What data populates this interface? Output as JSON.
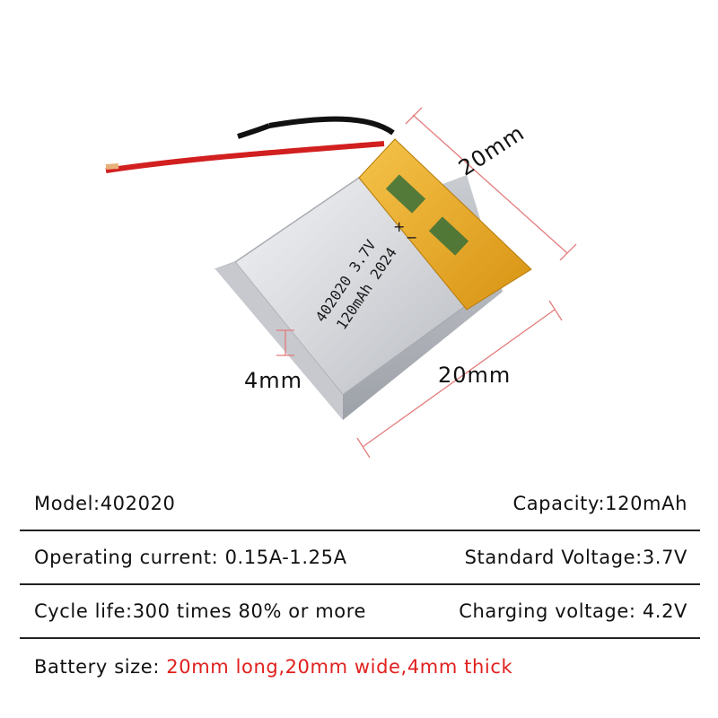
{
  "battery": {
    "print_line1": "402020  3.7V",
    "print_line2": "120mAh 2024",
    "plus_sign": "+",
    "minus_sign": "−"
  },
  "dimensions": {
    "top": "20mm",
    "bottom": "20mm",
    "thickness": "4mm"
  },
  "specs": {
    "model": "Model:402020",
    "capacity": "Capacity:120mAh",
    "operating_current": "Operating current: 0.15A-1.25A",
    "standard_voltage": "Standard Voltage:3.7V",
    "cycle_life": "Cycle life:300 times 80% or more",
    "charging_voltage": "Charging voltage: 4.2V",
    "size_label": "Battery size: ",
    "size_value": "20mm long,20mm wide,4mm thick"
  },
  "colors": {
    "highlight": "#e0201e",
    "tape": "#e8a81a",
    "wire_red": "#d21f1f",
    "wire_black": "#111111",
    "cell_silver": "#d9dade"
  }
}
